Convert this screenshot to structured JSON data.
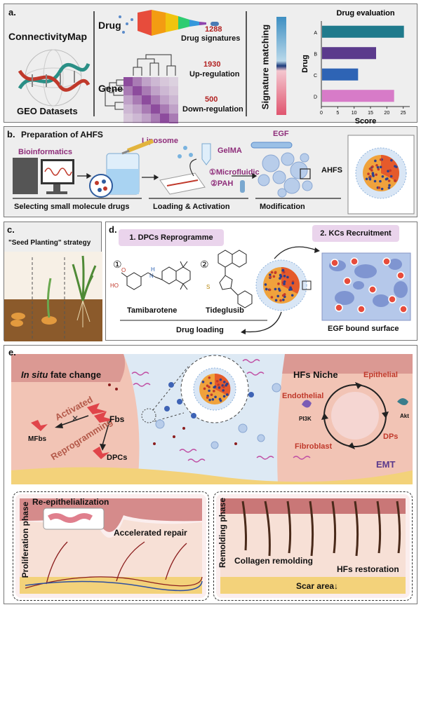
{
  "panel_a": {
    "tag": "a.",
    "connectivity_map": "ConnectivityMap",
    "geo_datasets": "GEO Datasets",
    "drug_label": "Drug",
    "gene_label": "Gene",
    "drug_sig_count": "1288",
    "drug_sig_text": "Drug signatures",
    "up_count": "1930",
    "up_text": "Up-regulation",
    "down_count": "500",
    "down_text": "Down-regulation",
    "signature_matching": "Signature matching"
  },
  "chart_data": {
    "type": "bar",
    "orientation": "horizontal",
    "title": "Drug evaluation",
    "xlabel": "Score",
    "ylabel": "Drug",
    "categories": [
      "A",
      "B",
      "C",
      "D"
    ],
    "values": [
      25,
      16.5,
      11,
      22
    ],
    "colors": [
      "#1f7a8c",
      "#5b3a8c",
      "#2e64b5",
      "#d77bc8"
    ],
    "xlim": [
      0,
      27
    ],
    "xticks": [
      "0",
      "5",
      "10",
      "15",
      "20",
      "25"
    ]
  },
  "panel_b": {
    "tag": "b.",
    "title": "Preparation of AHFS",
    "bioinformatics": "Bioinformatics",
    "liposome": "Liposome",
    "gelma": "GelMA",
    "egf": "EGF",
    "microfluidic": "①Microfluidic",
    "pah": "②PAH",
    "ahfs": "AHFS",
    "step1": "Selecting small molecule drugs",
    "step2": "Loading  & Activation",
    "step3": "Modification"
  },
  "panel_c": {
    "tag": "c.",
    "title": "\"Seed Planting\" strategy"
  },
  "panel_d": {
    "tag": "d.",
    "step1": "1.  DPCs Reprogramme",
    "step2": "2. KCs Recruitment",
    "num1": "①",
    "num2": "②",
    "drug1": "Tamibarotene",
    "drug2": "Tideglusib",
    "drug_loading": "Drug loading",
    "egf_surface": "EGF bound surface",
    "atom_h": "H",
    "atom_n": "N",
    "atom_o": "O",
    "atom_ho": "HO",
    "atom_s": "S"
  },
  "panel_e": {
    "tag": "e.",
    "insitu_italic": "In situ",
    "insitu_rest": " fate change",
    "activated": "Activated",
    "reprogramming": "Reprogramming",
    "fbs": "Fbs",
    "mfbs": "MFbs",
    "dpcs": "DPCs",
    "hfs_niche": "HFs Niche",
    "epithelial": "Epithelial",
    "endothelial": "Endothelial",
    "fibroblast": "Fibroblast",
    "dps": "DPs",
    "pi3k": "PI3K",
    "akt": "Akt",
    "emt": "EMT",
    "proliferation_phase": "Proliferation phase",
    "reepithelialization": "Re-epithelialization",
    "accelerated_repair": "Accelerated repair",
    "remolding_phase": "Remolding phase",
    "collagen_remolding": "Collagen remolding",
    "hfs_restoration": "HFs restoration",
    "scar_area": "Scar area↓"
  }
}
